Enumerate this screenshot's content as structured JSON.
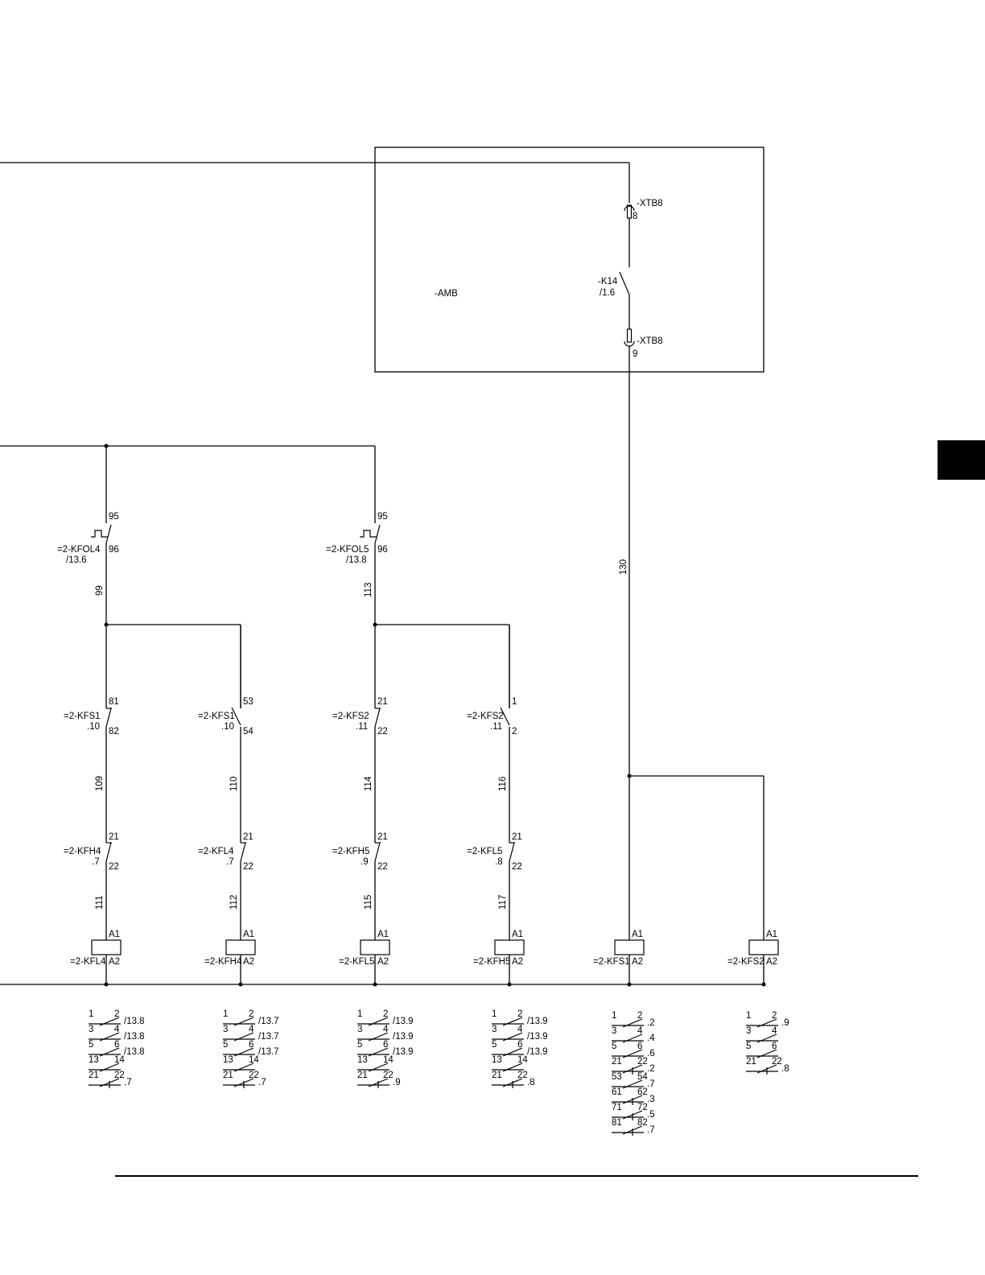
{
  "amb": {
    "label": "-AMB"
  },
  "xtb_top": {
    "label": "-XTB8",
    "num": "8"
  },
  "xtb_bot": {
    "label": "-XTB8",
    "num": "9"
  },
  "k14": {
    "label": "-K14",
    "ref": "/1.6"
  },
  "wire_130": "130",
  "kfol4": {
    "label": "=2-KFOL4",
    "ref": "/13.6",
    "t1": "95",
    "t2": "96"
  },
  "kfol5": {
    "label": "=2-KFOL5",
    "ref": "/13.8",
    "t1": "95",
    "t2": "96"
  },
  "wire_99": "99",
  "wire_113": "113",
  "contacts_mid": [
    {
      "label": "=2-KFS1",
      "ref": ".10",
      "t1": "81",
      "t2": "82",
      "wire": "109"
    },
    {
      "label": "=2-KFS1",
      "ref": ".10",
      "t1": "53",
      "t2": "54",
      "wire": "110"
    },
    {
      "label": "=2-KFS2",
      "ref": ".11",
      "t1": "21",
      "t2": "22",
      "wire": "114"
    },
    {
      "label": "=2-KFS2",
      "ref": ".11",
      "t1": "1",
      "t2": "2",
      "wire": "116"
    }
  ],
  "contacts_low": [
    {
      "label": "=2-KFH4",
      "ref": ".7",
      "t1": "21",
      "t2": "22",
      "wire": "111"
    },
    {
      "label": "=2-KFL4",
      "ref": ".7",
      "t1": "21",
      "t2": "22",
      "wire": "112"
    },
    {
      "label": "=2-KFH5",
      "ref": ".9",
      "t1": "21",
      "t2": "22",
      "wire": "115"
    },
    {
      "label": "=2-KFL5",
      "ref": ".8",
      "t1": "21",
      "t2": "22",
      "wire": "117"
    }
  ],
  "coils": [
    {
      "label": "=2-KFL4",
      "a1": "A1",
      "a2": "A2"
    },
    {
      "label": "=2-KFH4",
      "a1": "A1",
      "a2": "A2"
    },
    {
      "label": "=2-KFL5",
      "a1": "A1",
      "a2": "A2"
    },
    {
      "label": "=2-KFH5",
      "a1": "A1",
      "a2": "A2"
    },
    {
      "label": "=2-KFS1",
      "a1": "A1",
      "a2": "A2"
    },
    {
      "label": "=2-KFS2",
      "a1": "A1",
      "a2": "A2"
    }
  ],
  "xref_kfl4": {
    "rows": [
      {
        "a": "1",
        "b": "2",
        "ref": "/13.8"
      },
      {
        "a": "3",
        "b": "4",
        "ref": "/13.8"
      },
      {
        "a": "5",
        "b": "6",
        "ref": "/13.8"
      },
      {
        "a": "13",
        "b": "14",
        "ref": ""
      },
      {
        "a": "21",
        "b": "22",
        "ref": ".7"
      }
    ]
  },
  "xref_kfh4": {
    "rows": [
      {
        "a": "1",
        "b": "2",
        "ref": "/13.7"
      },
      {
        "a": "3",
        "b": "4",
        "ref": "/13.7"
      },
      {
        "a": "5",
        "b": "6",
        "ref": "/13.7"
      },
      {
        "a": "13",
        "b": "14",
        "ref": ""
      },
      {
        "a": "21",
        "b": "22",
        "ref": ".7"
      }
    ]
  },
  "xref_kfl5": {
    "rows": [
      {
        "a": "1",
        "b": "2",
        "ref": "/13.9"
      },
      {
        "a": "3",
        "b": "4",
        "ref": "/13.9"
      },
      {
        "a": "5",
        "b": "6",
        "ref": "/13.9"
      },
      {
        "a": "13",
        "b": "14",
        "ref": ""
      },
      {
        "a": "21",
        "b": "22",
        "ref": ".9"
      }
    ]
  },
  "xref_kfh5": {
    "rows": [
      {
        "a": "1",
        "b": "2",
        "ref": "/13.9"
      },
      {
        "a": "3",
        "b": "4",
        "ref": "/13.9"
      },
      {
        "a": "5",
        "b": "6",
        "ref": "/13.9"
      },
      {
        "a": "13",
        "b": "14",
        "ref": ""
      },
      {
        "a": "21",
        "b": "22",
        "ref": ".8"
      }
    ]
  },
  "xref_kfs1": {
    "rows": [
      {
        "a": "1",
        "b": "2",
        "ref": ".2"
      },
      {
        "a": "3",
        "b": "4",
        "ref": ".4"
      },
      {
        "a": "5",
        "b": "6",
        "ref": ".6"
      },
      {
        "a": "21",
        "b": "22",
        "ref": ".2"
      },
      {
        "a": "53",
        "b": "54",
        "ref": ".7"
      },
      {
        "a": "61",
        "b": "62",
        "ref": ".3"
      },
      {
        "a": "71",
        "b": "72",
        "ref": ".5"
      },
      {
        "a": "81",
        "b": "82",
        "ref": ".7"
      }
    ]
  },
  "xref_kfs2": {
    "rows": [
      {
        "a": "1",
        "b": "2",
        "ref": ".9"
      },
      {
        "a": "3",
        "b": "4",
        "ref": ""
      },
      {
        "a": "5",
        "b": "6",
        "ref": ""
      },
      {
        "a": "21",
        "b": "22",
        "ref": ".8"
      }
    ]
  }
}
